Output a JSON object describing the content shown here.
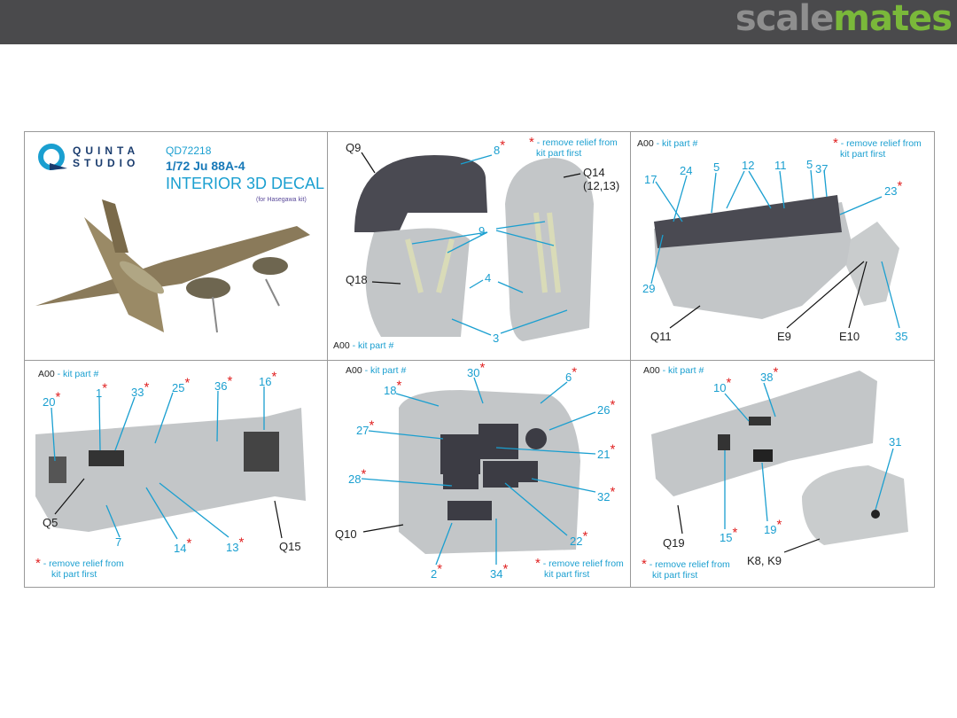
{
  "header": {
    "brand_a": "scale",
    "brand_b": "mates"
  },
  "colors": {
    "accent": "#1a9fd0",
    "star": "#e02020",
    "brand_green": "#7ab83a",
    "bar": "#4a4a4c"
  },
  "panel1": {
    "logo_line1": "QUINTA",
    "logo_line2": "STUDIO",
    "code": "QD72218",
    "model": "1/72 Ju 88A-4",
    "title": "INTERIOR 3D DECAL",
    "subtitle": "(for Hasegawa kit)"
  },
  "note": {
    "star": "*",
    "text1": " - remove relief from",
    "text2": "kit part first"
  },
  "kit": {
    "code": "A00",
    "text": " - kit part #"
  },
  "panel2": {
    "labels": [
      "Q9",
      "8",
      "Q14",
      "(12,13)",
      "9",
      "Q18",
      "4",
      "3"
    ]
  },
  "panel3": {
    "labels": [
      "17",
      "24",
      "5",
      "12",
      "11",
      "5",
      "37",
      "23",
      "29",
      "Q11",
      "E9",
      "E10",
      "35"
    ]
  },
  "panel4": {
    "labels": [
      "20",
      "1",
      "33",
      "25",
      "36",
      "16",
      "Q5",
      "7",
      "14",
      "13",
      "Q15"
    ]
  },
  "panel5": {
    "labels": [
      "30",
      "6",
      "18",
      "26",
      "27",
      "21",
      "28",
      "32",
      "Q10",
      "22",
      "2",
      "34"
    ]
  },
  "panel6": {
    "labels": [
      "38",
      "10",
      "31",
      "15",
      "19",
      "Q19",
      "K8, K9"
    ]
  }
}
